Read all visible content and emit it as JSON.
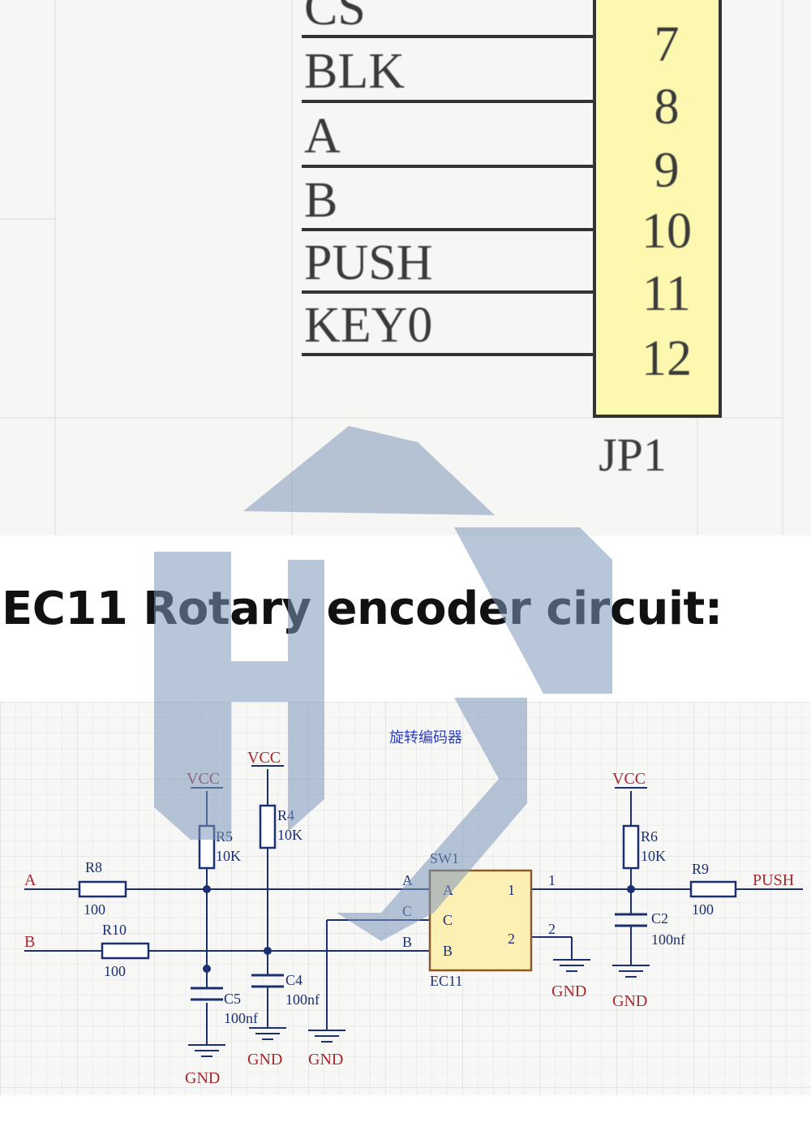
{
  "top": {
    "partial_label": "CS",
    "signals": [
      "BLK",
      "A",
      "B",
      "PUSH",
      "KEY0"
    ],
    "pins": [
      "7",
      "8",
      "9",
      "10",
      "11",
      "12"
    ],
    "connector_ref": "JP1"
  },
  "heading": "EC11 Rotary encoder circuit:",
  "schematic": {
    "note_cn": "旋转编码器",
    "vcc": "VCC",
    "gnd": "GND",
    "input_a": "A",
    "input_b": "B",
    "output_push": "PUSH",
    "r8": {
      "ref": "R8",
      "value": "100"
    },
    "r10": {
      "ref": "R10",
      "value": "100"
    },
    "r5": {
      "ref": "R5",
      "value": "10K"
    },
    "r4": {
      "ref": "R4",
      "value": "10K"
    },
    "r6": {
      "ref": "R6",
      "value": "10K"
    },
    "r9": {
      "ref": "R9",
      "value": "100"
    },
    "c5": {
      "ref": "C5",
      "value": "100nf"
    },
    "c4": {
      "ref": "C4",
      "value": "100nf"
    },
    "c2": {
      "ref": "C2",
      "value": "100nf"
    },
    "sw": {
      "ref": "SW1",
      "part": "EC11",
      "pin_a": "A",
      "pin_b": "B",
      "pin_c": "C",
      "pin_1": "1",
      "pin_2": "2"
    }
  },
  "colors": {
    "connector_fill": "#fdf8b0",
    "switch_fill": "#fdf0b5",
    "wire_top": "#333333",
    "wire_schematic": "#1c2f6e",
    "label_red": "#a8282c",
    "note_blue": "#2a3ec8",
    "watermark": "#7d97b9"
  }
}
